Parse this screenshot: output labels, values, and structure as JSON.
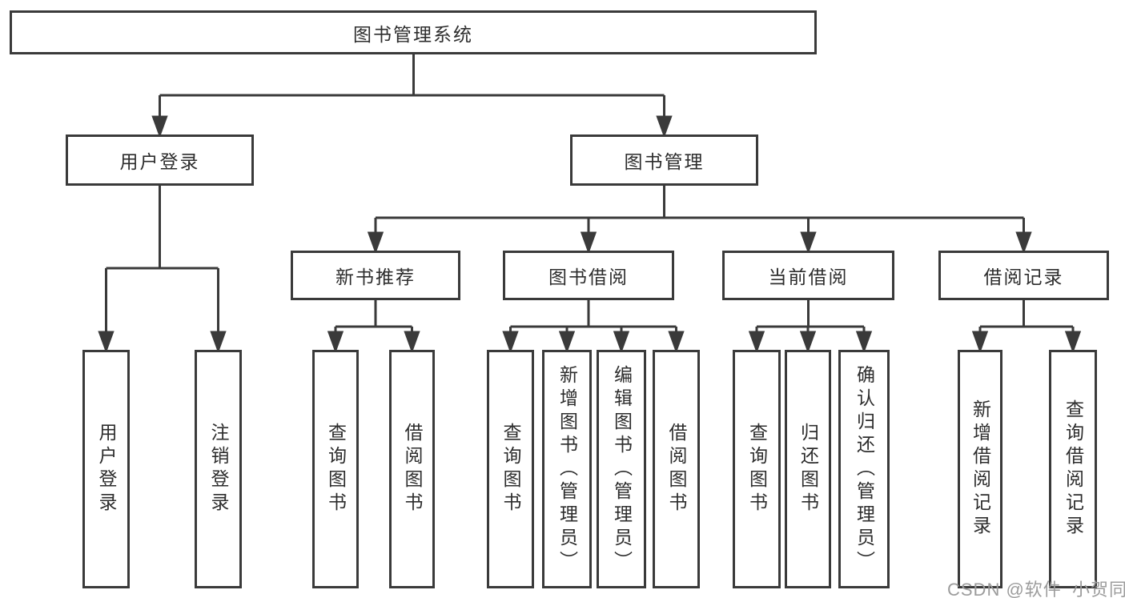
{
  "diagram": {
    "type": "hierarchy-tree",
    "root": {
      "label": "图书管理系统"
    },
    "level2": [
      {
        "label": "用户登录"
      },
      {
        "label": "图书管理"
      }
    ],
    "level3": [
      {
        "label": "新书推荐",
        "parent": "图书管理"
      },
      {
        "label": "图书借阅",
        "parent": "图书管理"
      },
      {
        "label": "当前借阅",
        "parent": "图书管理"
      },
      {
        "label": "借阅记录",
        "parent": "图书管理"
      }
    ],
    "level4": {
      "user_login": [
        {
          "label": "用户登录"
        },
        {
          "label": "注销登录"
        }
      ],
      "new_books": [
        {
          "label": "查询图书"
        },
        {
          "label": "借阅图书"
        }
      ],
      "book_borrow": [
        {
          "label": "查询图书"
        },
        {
          "label": "新增图书（管理员）"
        },
        {
          "label": "编辑图书（管理员）"
        },
        {
          "label": "借阅图书"
        }
      ],
      "current_borrow": [
        {
          "label": "查询图书"
        },
        {
          "label": "归还图书"
        },
        {
          "label": "确认归还（管理员）"
        }
      ],
      "borrow_records": [
        {
          "label": "新增借阅记录"
        },
        {
          "label": "查询借阅记录"
        }
      ]
    }
  },
  "watermark": {
    "text": "CSDN @软件_小贺同学",
    "color": "#9c9c9c"
  },
  "colors": {
    "line": "#3a3a3a",
    "box_border": "#3a3a3a",
    "text": "#2d2d2d",
    "background": "#ffffff"
  }
}
